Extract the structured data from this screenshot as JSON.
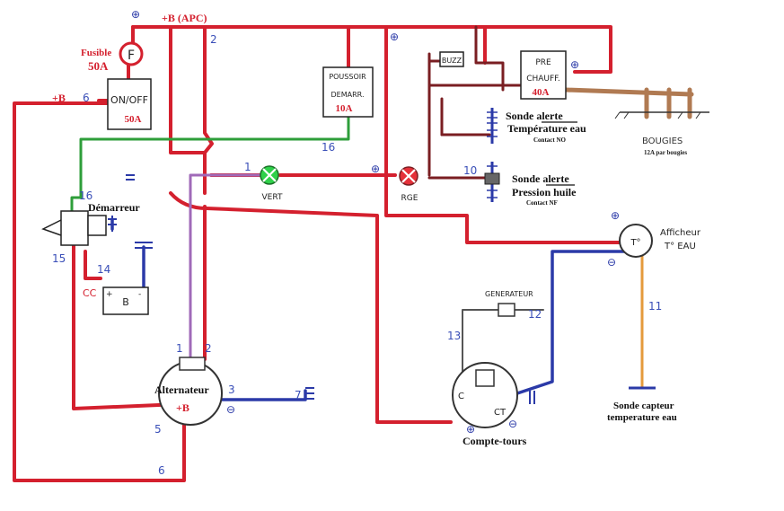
{
  "colors": {
    "red": "#d4202e",
    "green": "#2e9e3a",
    "blue": "#2b3aa8",
    "purple": "#a06ab8",
    "darkred": "#7a1e22",
    "brown": "#b07a52",
    "orange": "#e49a3c",
    "gray": "#555555"
  },
  "labels": {
    "apc": "+B (APC)",
    "fuse_title": "Fusible",
    "fuse_rating": "50A",
    "fuse_letter": "F",
    "onoff": "ON/OFF",
    "onoff_rating": "50A",
    "plus_b_left": "+B",
    "poussoir_l1": "POUSSOIR",
    "poussoir_l2": "DEMARR.",
    "poussoir_rating": "10A",
    "buzz": "BUZZ",
    "prechauff_l1": "PRE",
    "prechauff_l2": "CHAUFF.",
    "prechauff_rating": "40A",
    "sonde_temp_l1": "Sonde alerte",
    "sonde_temp_l2": "Température eau",
    "sonde_temp_contact": "Contact NO",
    "bougies": "BOUGIES",
    "bougies_note": "12A par bougies",
    "vert": "VERT",
    "rge": "RGE",
    "sonde_pression_l1": "Sonde alerte",
    "sonde_pression_l2": "Pression huile",
    "sonde_pression_contact": "Contact NF",
    "demarreur": "Démarreur",
    "battery": "B",
    "cc": "CC",
    "afficheur_l1": "Afficheur",
    "afficheur_l2": "T° EAU",
    "afficheur_inner": "T°",
    "generateur": "GENERATEUR",
    "alternateur": "Alternateur",
    "alternateur_plus_b": "+B",
    "compte_tours": "Compte-tours",
    "ct": "CT",
    "c": "C",
    "sonde_capteur_l1": "Sonde capteur",
    "sonde_capteur_l2": "temperature eau"
  },
  "wire_numbers": {
    "n2": "2",
    "n6_top": "6",
    "n16_mid": "16",
    "n1_vert": "1",
    "n10": "10",
    "n16_dem": "16",
    "n15": "15",
    "n14": "14",
    "n12": "12",
    "n13": "13",
    "n11": "11",
    "alt_1": "1",
    "alt_2": "2",
    "alt_3": "3",
    "n7": "7",
    "n5": "5",
    "n6_bot": "6"
  },
  "symbols": {
    "plus": "⊕",
    "minus": "⊖"
  }
}
